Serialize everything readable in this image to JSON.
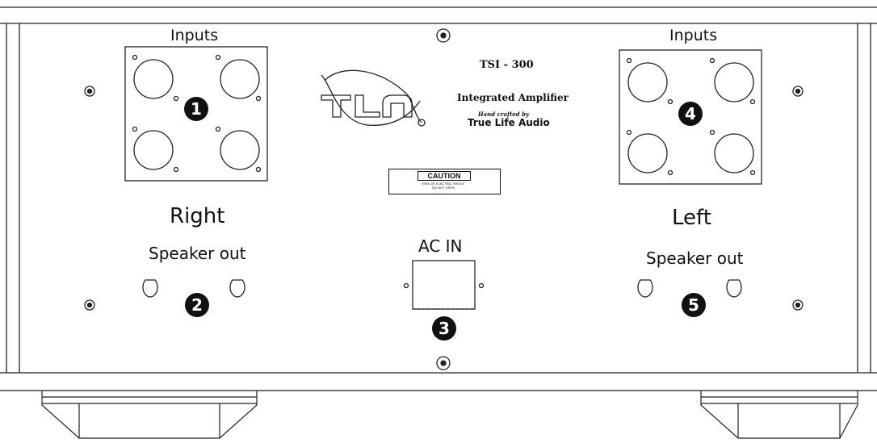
{
  "panel": {
    "inputs_right_label": "Inputs",
    "inputs_left_label": "Inputs",
    "right_label": "Right",
    "left_label": "Left",
    "speaker_out_right_label": "Speaker out",
    "speaker_out_left_label": "Speaker out",
    "ac_in_label": "AC IN"
  },
  "badge": {
    "model": "TSI - 300",
    "product": "Integrated Amplifier",
    "handcrafted": "Hand crafted by",
    "maker": "True Life Audio",
    "logo_text": "TLA"
  },
  "caution": {
    "title": "CAUTION",
    "line1": "RISK OF ELECTRIC SHOCK",
    "line2": "DO NOT OPEN"
  },
  "callouts": [
    "1",
    "2",
    "3",
    "4",
    "5"
  ]
}
